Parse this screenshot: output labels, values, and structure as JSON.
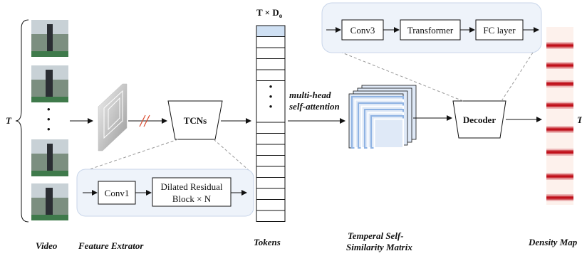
{
  "input": {
    "side_label": "T",
    "caption": "Video",
    "frame_dots": "•\n•\n•"
  },
  "feature_extractor": {
    "caption": "Feature Extrator"
  },
  "tcn": {
    "label": "TCNs",
    "detail": {
      "conv": "Conv1",
      "block_line1": "Dilated Residual",
      "block_line2": "Block × N"
    }
  },
  "tokens": {
    "header": "T × D",
    "header_sub": "o",
    "caption": "Tokens",
    "dots": "•\n•\n•"
  },
  "attention": {
    "line1": "multi-head",
    "line2": "self-attention"
  },
  "tssm": {
    "caption_line1": "Temperal Self-",
    "caption_line2": "Similarity Matrix"
  },
  "decoder": {
    "label": "Decoder",
    "detail": {
      "conv": "Conv3",
      "transformer": "Transformer",
      "fc": "FC layer"
    }
  },
  "density": {
    "caption": "Density Map",
    "side_label": "T"
  },
  "colors": {
    "panel_fill": "#eef3fa",
    "panel_stroke": "#c9d6ea",
    "matrix_blue": "#8fb3e3",
    "density_red": "#c0101a",
    "token_head": "#cfe0f3",
    "slash_red": "#d9482b"
  }
}
